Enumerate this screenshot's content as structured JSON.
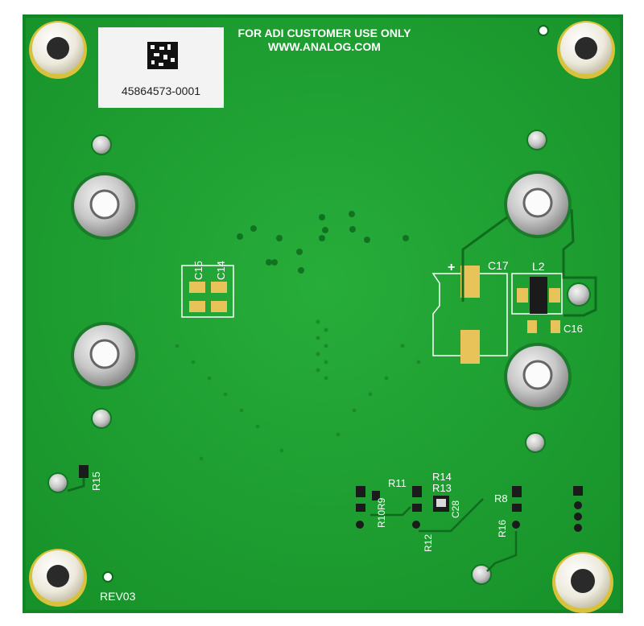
{
  "silkscreen": {
    "notice_line1": "FOR ADI CUSTOMER USE ONLY",
    "notice_line2": "WWW.ANALOG.COM",
    "label_serial": "45864573-0001",
    "revision": "REV03"
  },
  "refdes": {
    "c15": "C15",
    "c14": "C14",
    "c17": "C17",
    "c17_polarity": "+",
    "l2": "L2",
    "c16": "C16",
    "r15": "R15",
    "r11": "R11",
    "r14": "R14",
    "r13": "R13",
    "r10r9": "R10R9",
    "c28": "C28",
    "r12": "R12",
    "r8": "R8",
    "r16": "R16"
  },
  "colors": {
    "board": "#20a233",
    "board_dark": "#138a26",
    "silkscreen": "#ffffff",
    "pad_gold": "#e7c35a",
    "copper_ring": "#c9c9c9",
    "standoff": "#f2f0e6"
  }
}
